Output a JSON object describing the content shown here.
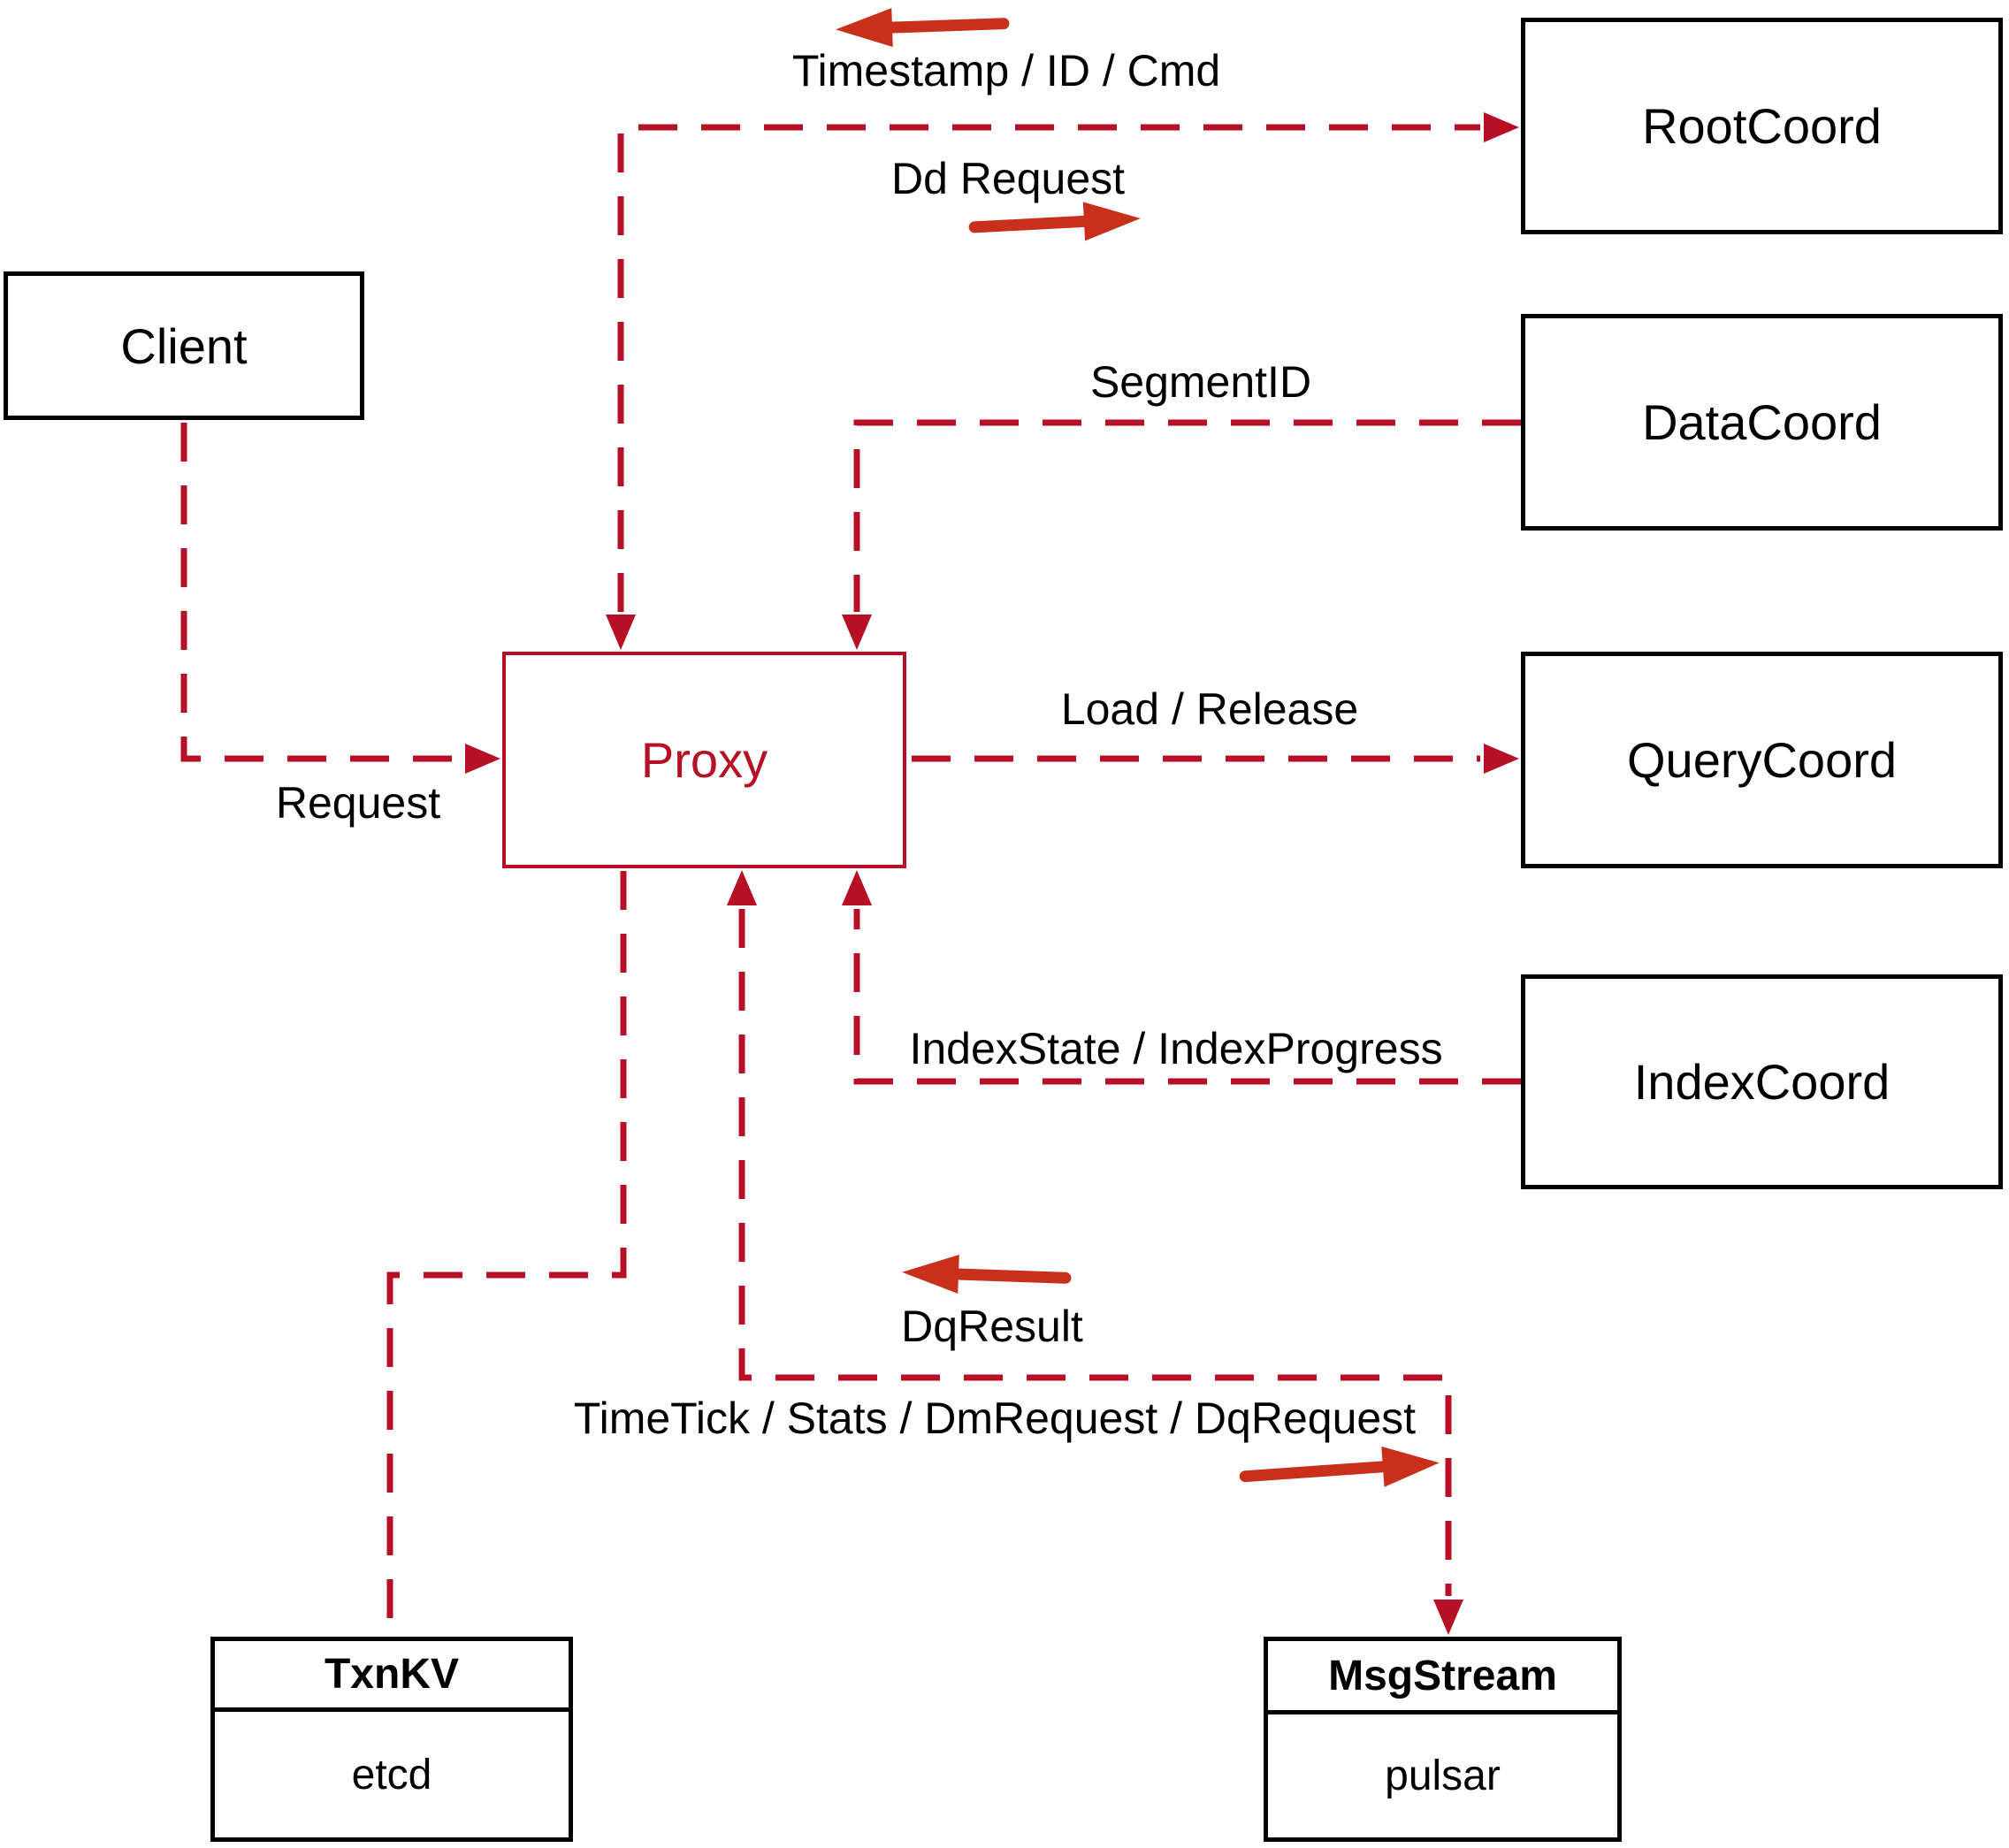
{
  "diagram": {
    "nodes": {
      "client": {
        "label": "Client"
      },
      "proxy": {
        "label": "Proxy"
      },
      "root_coord": {
        "label": "RootCoord"
      },
      "data_coord": {
        "label": "DataCoord"
      },
      "query_coord": {
        "label": "QueryCoord"
      },
      "index_coord": {
        "label": "IndexCoord"
      },
      "txn_kv": {
        "title": "TxnKV",
        "subtitle": "etcd"
      },
      "msg_stream": {
        "title": "MsgStream",
        "subtitle": "pulsar"
      }
    },
    "edge_labels": {
      "timestamp_id_cmd": "Timestamp / ID / Cmd",
      "dd_request": "Dd Request",
      "segment_id": "SegmentID",
      "load_release": "Load / Release",
      "request": "Request",
      "index_state_progress": "IndexState / IndexProgress",
      "dq_result": "DqResult",
      "timetick_stats": "TimeTick / Stats / DmRequest / DqRequest"
    },
    "colors": {
      "line_red": "#b60f26",
      "arrow_red": "#c8301c",
      "box_border": "#000000",
      "text_black": "#000000",
      "background": "#ffffff"
    }
  }
}
